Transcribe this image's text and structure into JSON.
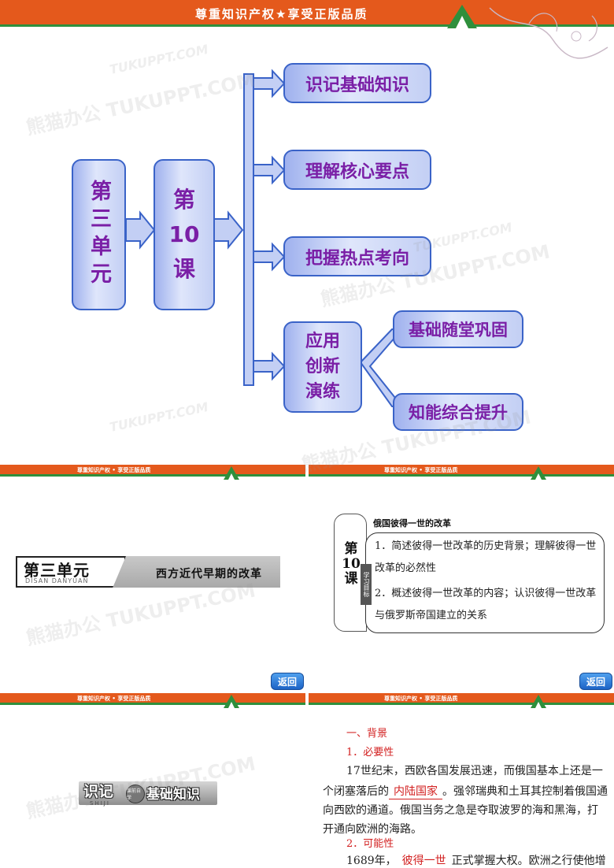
{
  "banner_text": "尊重知识产权★享受正版品质",
  "banner_text_small": "尊重知识产权 • 享受正版品质",
  "watermark_url": "TUKUPPT.COM",
  "watermark_brand": "熊猫办公 TUKUPPT.COM",
  "mind_map": {
    "unit": "第三单元",
    "lesson": "第10课",
    "branches": [
      "识记基础知识",
      "理解核心要点",
      "把握热点考向"
    ],
    "apply_group": "应用创新演练",
    "apply_items": [
      "基础随堂巩固",
      "知能综合提升"
    ]
  },
  "unit_intro": {
    "unit_title": "第三单元",
    "unit_pinyin": "DISAN DANYUAN",
    "subject": "西方近代早期的改革"
  },
  "lesson_goals": {
    "title": "俄国彼得一世的改革",
    "lesson_no": "第10课",
    "tag": "学习目标",
    "goals": [
      "1．简述彼得一世改革的历史背景；理解彼得一世改革的必然性",
      "2．概述彼得一世改革的内容；认识彼得一世改革与俄罗斯帝国建立的关系"
    ]
  },
  "back_button": "返回",
  "shiji": {
    "big": "识记",
    "pinyin": "SHIJI",
    "badge": "课前自学",
    "label": "基础知识"
  },
  "content": {
    "heading": "一、背景",
    "item1": "1．必要性",
    "para1_a": "17世纪末，西欧各国发展迅速，而俄国基本上还是一",
    "para1_b_pre": "个闭塞落后的",
    "para1_blank": "内陆国家",
    "para1_b_post": "。强邻瑞典和土耳其控制着俄国通",
    "para1_c": "向西欧的通道。俄国当务之急是夺取波罗的海和黑海，打",
    "para1_d": "开通向欧洲的海路。",
    "item2": "2．可能性",
    "para2_pre": "1689年，",
    "para2_blank": "彼得一世",
    "para2_post": "正式掌握大权。欧洲之行使他增"
  },
  "colors": {
    "banner": "#e4591c",
    "banner_stripe": "#2f8f3c",
    "box_border": "#3a63c8",
    "box_text": "#7a1fa6",
    "answer_red": "#d21f1f"
  }
}
